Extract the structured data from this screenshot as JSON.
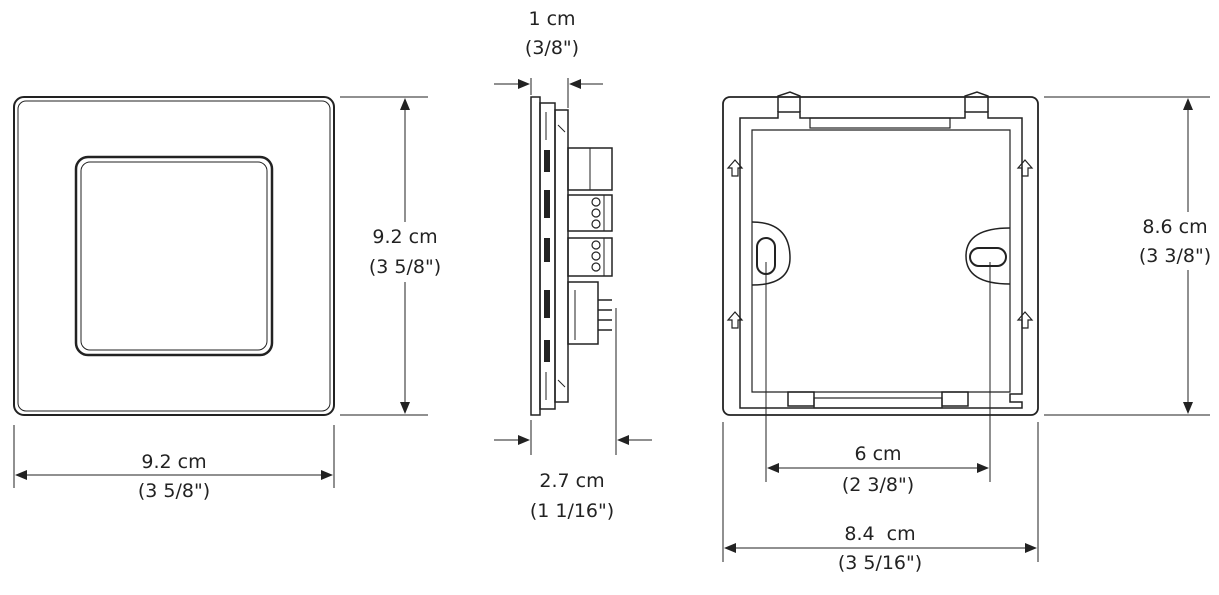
{
  "colors": {
    "ink": "#222222",
    "background": "#ffffff"
  },
  "front_view": {
    "width": {
      "metric": "9.2 cm",
      "imperial": "(3 5/8\")"
    },
    "height": {
      "metric": "9.2 cm",
      "imperial": "(3 5/8\")"
    }
  },
  "side_view": {
    "front_depth": {
      "metric": "1 cm",
      "imperial": "(3/8\")"
    },
    "total_depth": {
      "metric": "2.7 cm",
      "imperial": "(1 1/16\")"
    }
  },
  "back_view": {
    "height": {
      "metric": "8.6 cm",
      "imperial": "(3 3/8\")"
    },
    "hole_spacing": {
      "metric": "6 cm",
      "imperial": "(2 3/8\")"
    },
    "width": {
      "metric": "8.4  cm",
      "imperial": "(3 5/16\")"
    }
  }
}
